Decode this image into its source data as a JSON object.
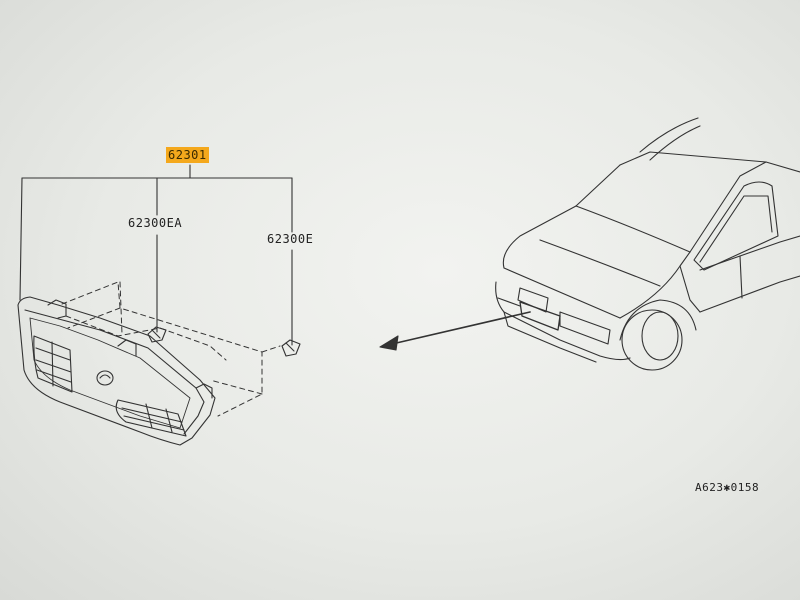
{
  "parts": {
    "main": "62301",
    "clip_ea": "62300EA",
    "clip_e": "62300E"
  },
  "reference_code": "A623✱0158",
  "colors": {
    "highlight": "#f4a81c",
    "line": "#333333"
  }
}
